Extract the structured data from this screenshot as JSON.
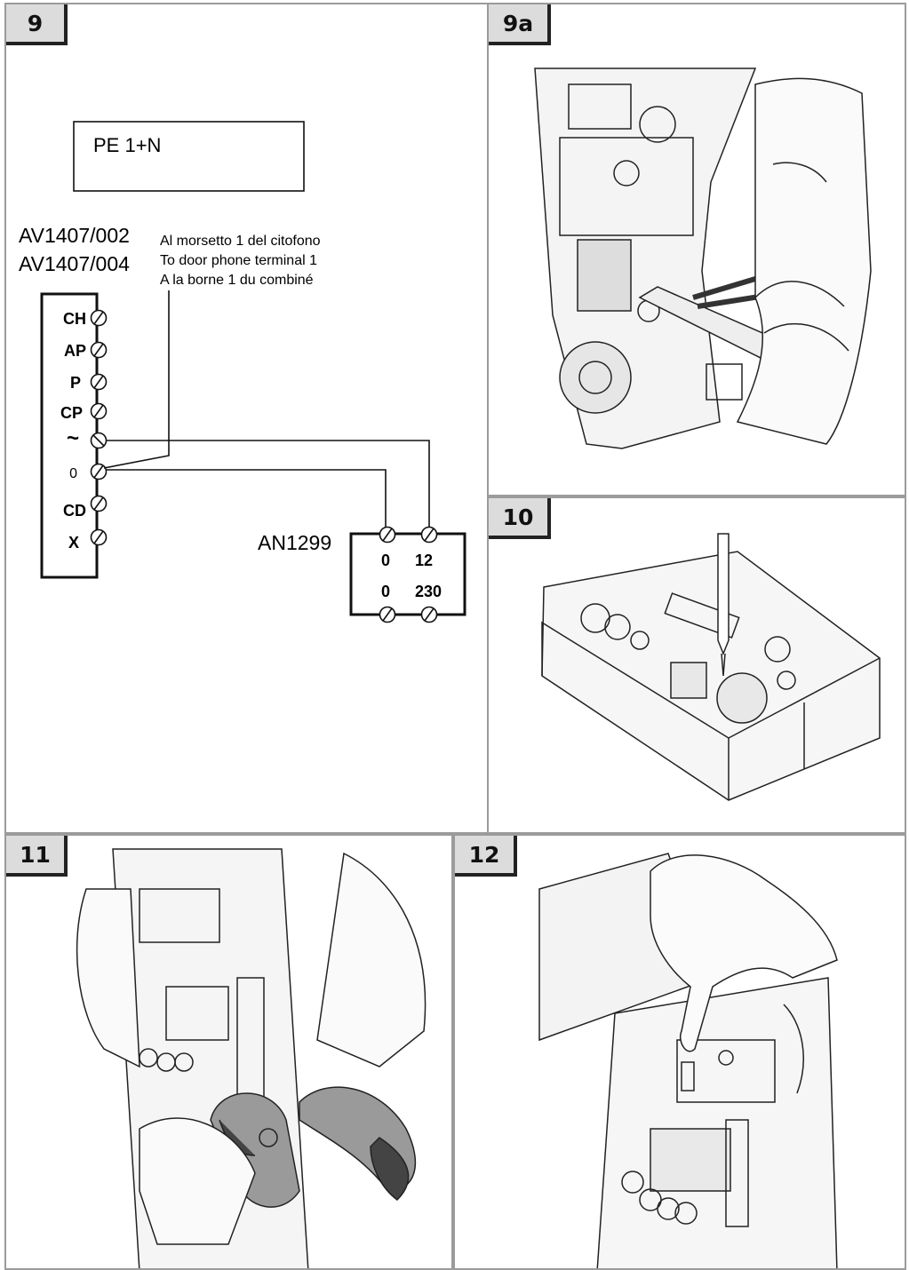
{
  "panels": {
    "p9": {
      "number": "9"
    },
    "p9a": {
      "number": "9a"
    },
    "p10": {
      "number": "10"
    },
    "p11": {
      "number": "11"
    },
    "p12": {
      "number": "12"
    }
  },
  "diagram": {
    "box_label": "PE 1+N",
    "model_line_1": "AV1407/002",
    "model_line_2": "AV1407/004",
    "note_it": "Al morsetto 1 del citofono",
    "note_en": "To door phone terminal 1",
    "note_fr": "A la borne 1 du combiné",
    "terminals": [
      "CH",
      "AP",
      "P",
      "CP",
      "~",
      "0",
      "CD",
      "X"
    ],
    "transformer_label": "AN1299",
    "transformer_top": [
      "0",
      "12"
    ],
    "transformer_bottom": [
      "0",
      "230"
    ]
  },
  "illustrations": {
    "p9a": "hand-screwdriver-adjusting-module-icon",
    "p10": "screwdriver-in-housing-icon",
    "p11": "pliers-cutting-board-icon",
    "p12": "hand-inserting-board-icon"
  }
}
